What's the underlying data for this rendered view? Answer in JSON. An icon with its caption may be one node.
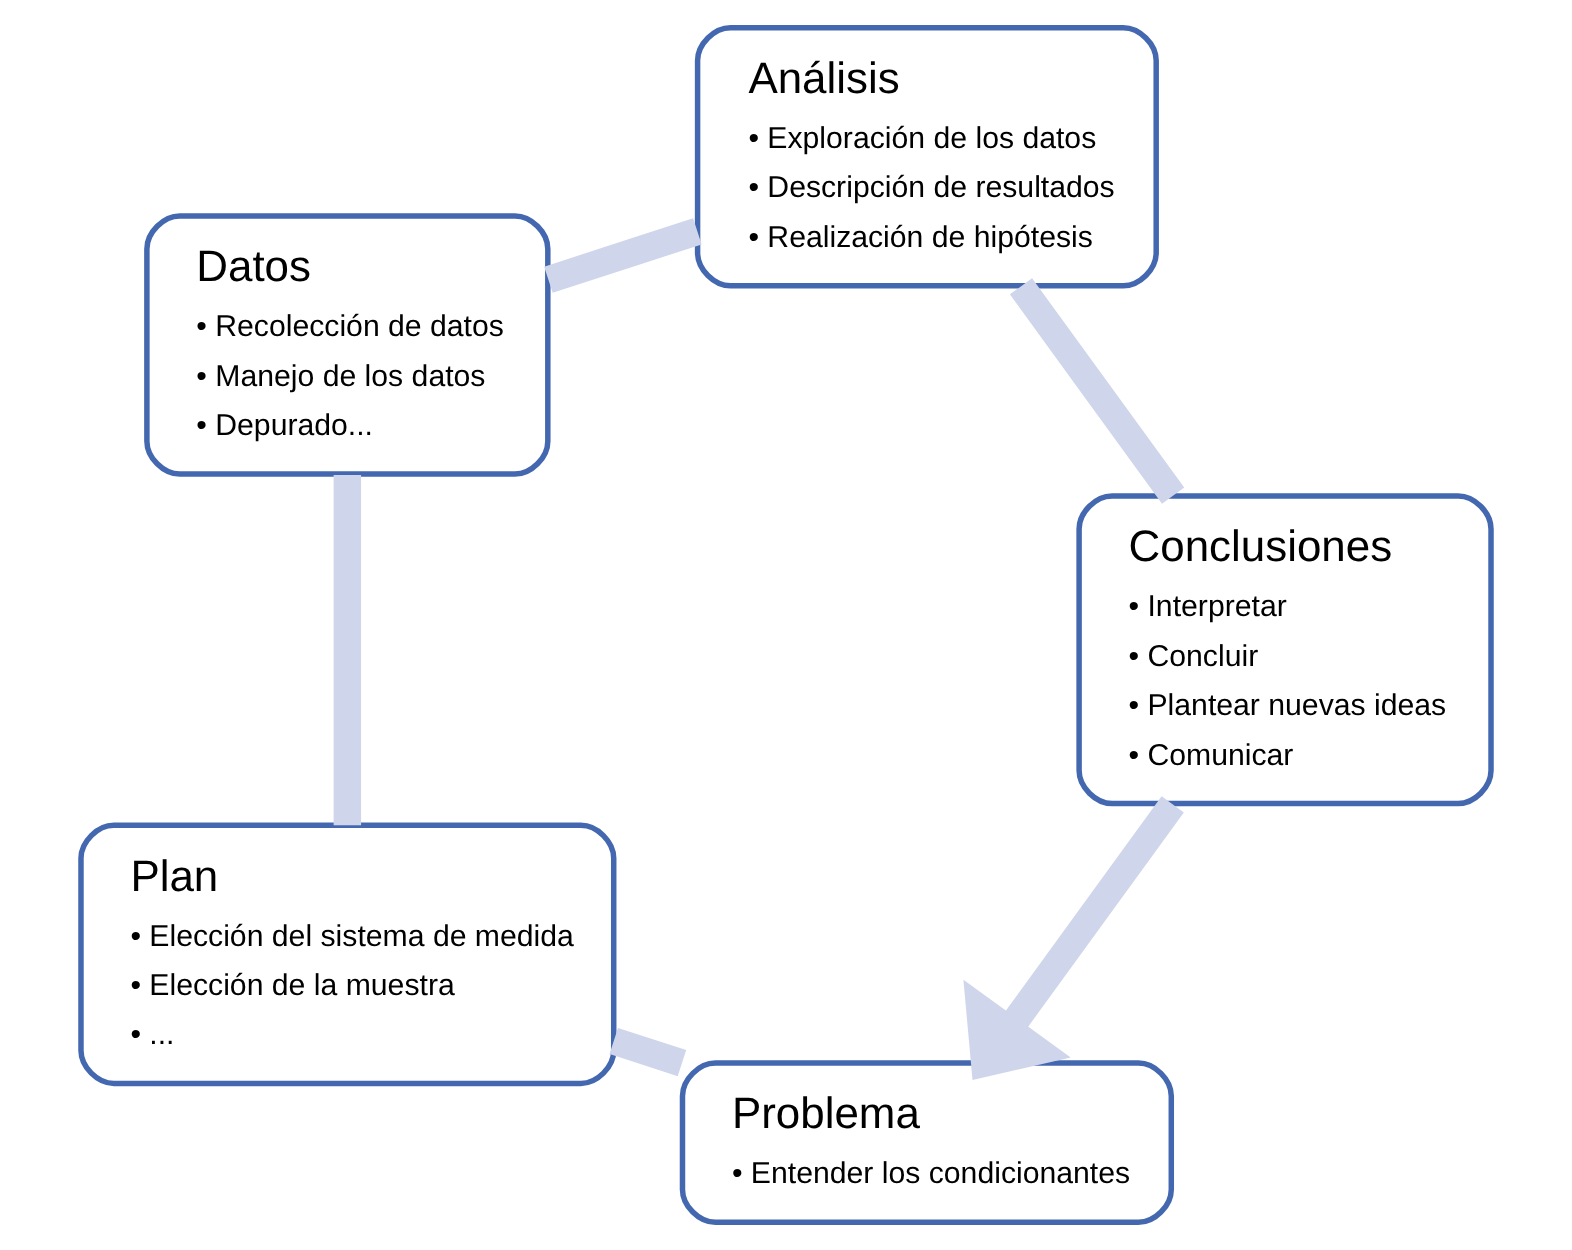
{
  "diagram": {
    "nodes": [
      {
        "text": [
          "Problema",
          "• Entender los condicionantes"
        ]
      },
      {
        "text": [
          "Plan",
          "• Elección del sistema de medida",
          "• Elección de la muestra",
          "• ..."
        ]
      },
      {
        "text": [
          "Datos",
          "• Recolección de datos",
          "• Manejo de los datos",
          "• Depurado..."
        ]
      },
      {
        "text": [
          "Análisis",
          "• Exploración de los datos",
          "• Descripción de resultados",
          "• Realización de hipótesis"
        ]
      },
      {
        "text": [
          "Conclusiones",
          "• Interpretar",
          "• Concluir",
          "• Plantear nuevas ideas",
          "• Comunicar"
        ]
      }
    ],
    "edges": [
      {
        "from": 0,
        "to": 1,
        "arrow": "none"
      },
      {
        "from": 1,
        "to": 2,
        "arrow": "none"
      },
      {
        "from": 2,
        "to": 3,
        "arrow": "none"
      },
      {
        "from": 3,
        "to": 4,
        "arrow": "none"
      },
      {
        "from": 4,
        "to": 0,
        "arrow": "to"
      }
    ]
  }
}
